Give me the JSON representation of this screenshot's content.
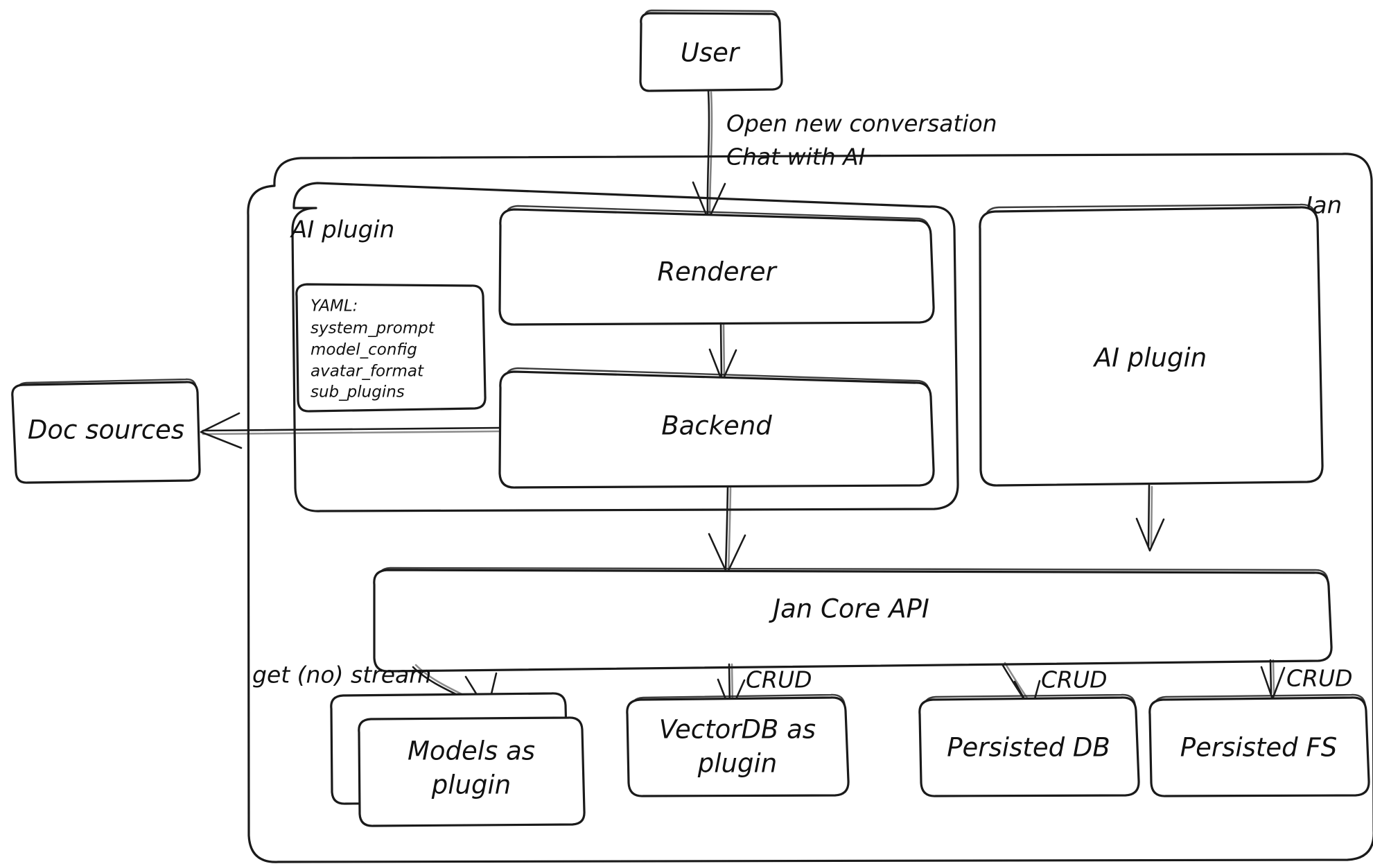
{
  "diagram": {
    "type": "architecture-flowchart",
    "style": "hand-drawn",
    "title_visible": false,
    "colors": {
      "stroke": "#1a1a1a",
      "fill": "#ffffff",
      "text": "#111111",
      "background": "#ffffff"
    }
  },
  "nodes": {
    "user": "User",
    "jan_container": "Jan",
    "ai_plugin_group": "AI plugin",
    "yaml_box": {
      "header": "YAML:",
      "items": [
        "system_prompt",
        "model_config",
        "avatar_format",
        "sub_plugins"
      ]
    },
    "renderer": "Renderer",
    "backend": "Backend",
    "ai_plugin_node": "AI plugin",
    "doc_sources": "Doc sources",
    "jan_core_api": "Jan Core API",
    "models_plugin_line1": "Models as",
    "models_plugin_line2": "plugin",
    "vectordb_line1": "VectorDB as",
    "vectordb_line2": "plugin",
    "persisted_db": "Persisted DB",
    "persisted_fs": "Persisted FS"
  },
  "edges": {
    "user_to_renderer_line1": "Open new conversation",
    "user_to_renderer_line2": "Chat with AI",
    "api_to_models": "get (no) stream",
    "api_to_vectordb": "CRUD",
    "api_to_persisted_db": "CRUD",
    "api_to_persisted_fs": "CRUD"
  }
}
